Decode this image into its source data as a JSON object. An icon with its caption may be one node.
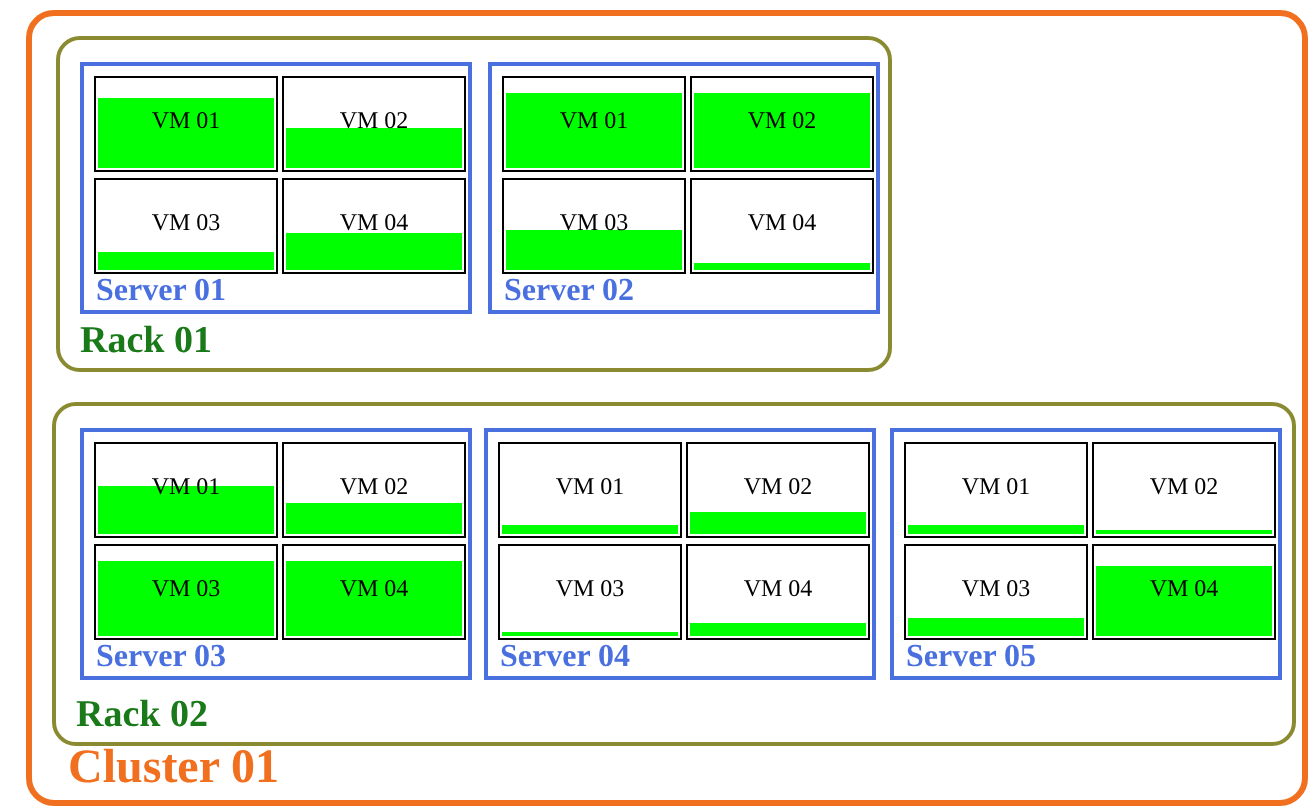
{
  "diagram": {
    "nodes": [
      {
        "text": [
          "Cluster 01"
        ]
      },
      {
        "text": [
          "Rack 01"
        ],
        "in": 0
      },
      {
        "text": [
          "Server 01"
        ],
        "in": 1
      },
      {
        "text": [
          "VM 01"
        ],
        "in": 2
      },
      {
        "text": [
          "VM 02"
        ],
        "in": 2
      },
      {
        "text": [
          "VM 03"
        ],
        "in": 2
      },
      {
        "text": [
          "VM 04"
        ],
        "in": 2
      },
      {
        "text": [
          "Server 02"
        ],
        "in": 1
      },
      {
        "text": [
          "VM 01"
        ],
        "in": 7
      },
      {
        "text": [
          "VM 02"
        ],
        "in": 7
      },
      {
        "text": [
          "VM 03"
        ],
        "in": 7
      },
      {
        "text": [
          "VM 04"
        ],
        "in": 7
      },
      {
        "text": [
          "Rack 02"
        ],
        "in": 0
      },
      {
        "text": [
          "Server 03"
        ],
        "in": 12
      },
      {
        "text": [
          "VM 01"
        ],
        "in": 13
      },
      {
        "text": [
          "VM 02"
        ],
        "in": 13
      },
      {
        "text": [
          "VM 03"
        ],
        "in": 13
      },
      {
        "text": [
          "VM 04"
        ],
        "in": 13
      },
      {
        "text": [
          "Server 04"
        ],
        "in": 12
      },
      {
        "text": [
          "VM 01"
        ],
        "in": 18
      },
      {
        "text": [
          "VM 02"
        ],
        "in": 18
      },
      {
        "text": [
          "VM 03"
        ],
        "in": 18
      },
      {
        "text": [
          "VM 04"
        ],
        "in": 18
      },
      {
        "text": [
          "Server 05"
        ],
        "in": 12
      },
      {
        "text": [
          "VM 01"
        ],
        "in": 23
      },
      {
        "text": [
          "VM 02"
        ],
        "in": 23
      },
      {
        "text": [
          "VM 03"
        ],
        "in": 23
      },
      {
        "text": [
          "VM 04"
        ],
        "in": 23
      }
    ]
  }
}
